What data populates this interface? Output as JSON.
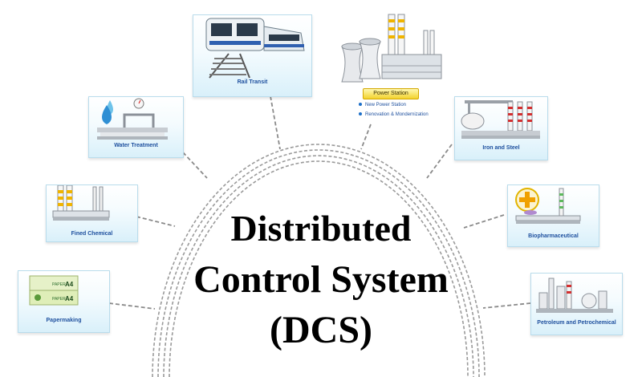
{
  "title": {
    "line1": "Distributed",
    "line2": "Control System",
    "line3": "(DCS)"
  },
  "nodes": {
    "rail_transit": "Rail Transit",
    "power_station": "Power Station",
    "power_bullets": [
      "New Power Station",
      "Renovation & Mondernization"
    ],
    "water_treatment": "Water Treatment",
    "iron_steel": "Iron and Steel",
    "fined_chemical": "Fined Chemical",
    "biopharmaceutical": "Biopharmaceutical",
    "papermaking": "Papermaking",
    "petroleum": "Petroleum and Petrochemical"
  },
  "paper_pack": {
    "brand": "PAPER",
    "size": "A4"
  },
  "colors": {
    "label_blue": "#1d4f9e",
    "card_border": "#b9dcec",
    "arch_gray": "#8a8a8a"
  }
}
